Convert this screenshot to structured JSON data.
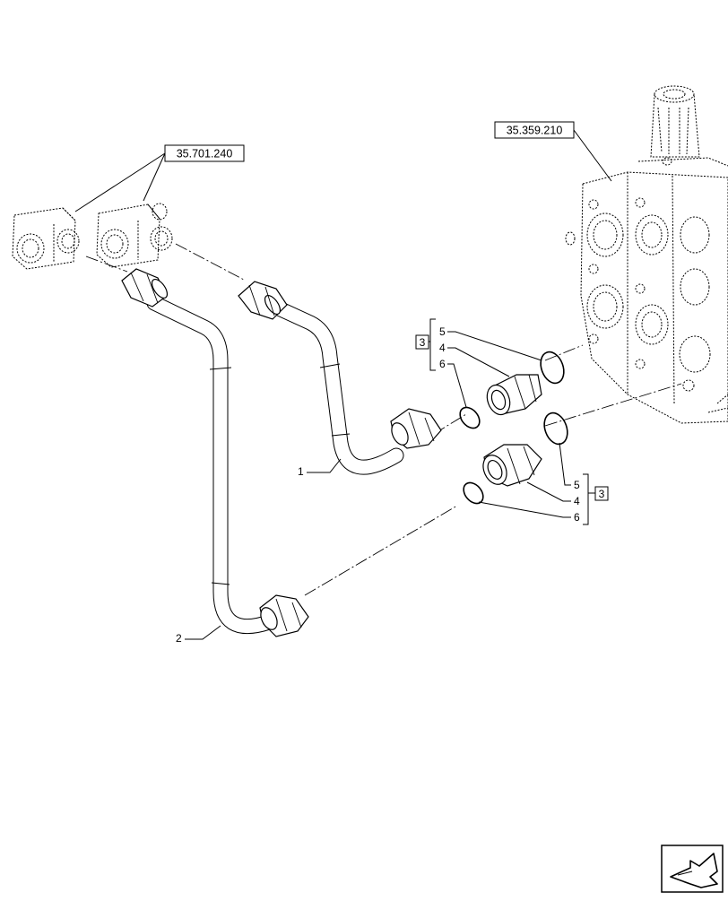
{
  "references": {
    "valve_group": "35.701.240",
    "control_valve": "35.359.210"
  },
  "parts": {
    "pipe_1": "1",
    "pipe_2": "2",
    "kit_upper": "3",
    "kit_lower": "3",
    "oring_upper": "5",
    "adapter_upper": "4",
    "seal_upper": "6",
    "oring_lower": "5",
    "adapter_lower": "4",
    "seal_lower": "6"
  },
  "navigation": {
    "icon": "next-page-arrow-icon"
  }
}
